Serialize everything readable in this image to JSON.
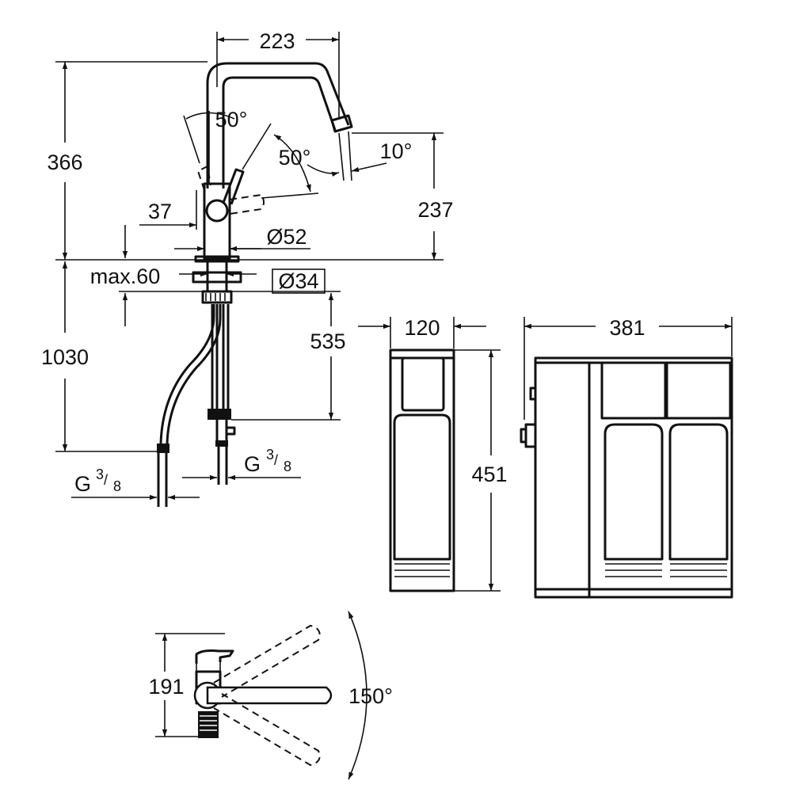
{
  "dimensions": {
    "spout_reach": "223",
    "total_height": "366",
    "lever_angle_back": "50°",
    "lever_angle_front": "50°",
    "spout_tilt": "10°",
    "spout_height": "237",
    "lever_offset": "37",
    "base_diameter": "Ø52",
    "mount_thickness": "max.60",
    "hole_diameter": "Ø34",
    "hose_length": "1030",
    "tail_length": "535",
    "connection_left_main": "G",
    "connection_left_num": "3",
    "connection_left_den": "8",
    "connection_right_main": "G",
    "connection_right_num": "3",
    "connection_right_den": "8",
    "filter_depth": "120",
    "filter_width": "381",
    "filter_height": "451",
    "top_view_depth": "191",
    "swivel_angle": "150°"
  }
}
